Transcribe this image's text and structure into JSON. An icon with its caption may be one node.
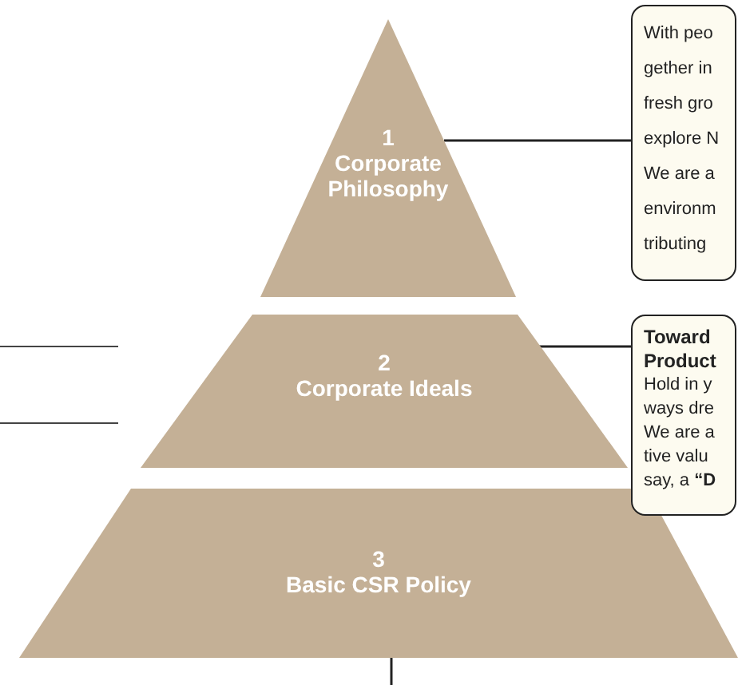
{
  "diagram": {
    "nodes": [
      {
        "text": [
          "1",
          "Corporate Philosophy"
        ]
      },
      {
        "text": [
          "With peo gether in fresh gro explore N We are a environm tributing"
        ]
      },
      {
        "text": [
          "2",
          "Corporate Ideals"
        ]
      },
      {
        "text": [
          "Toward Product",
          "Hold in y ways dre We are a tive valu say, a **“D**"
        ]
      },
      {
        "text": [
          "3",
          "Basic CSR Policy"
        ]
      }
    ],
    "edges": [
      {
        "from": 0,
        "to": 1,
        "arrow": "none"
      },
      {
        "from": 2,
        "to": 3,
        "arrow": "none"
      },
      {
        "from": 4,
        "to": null,
        "arrow": "none"
      }
    ]
  }
}
